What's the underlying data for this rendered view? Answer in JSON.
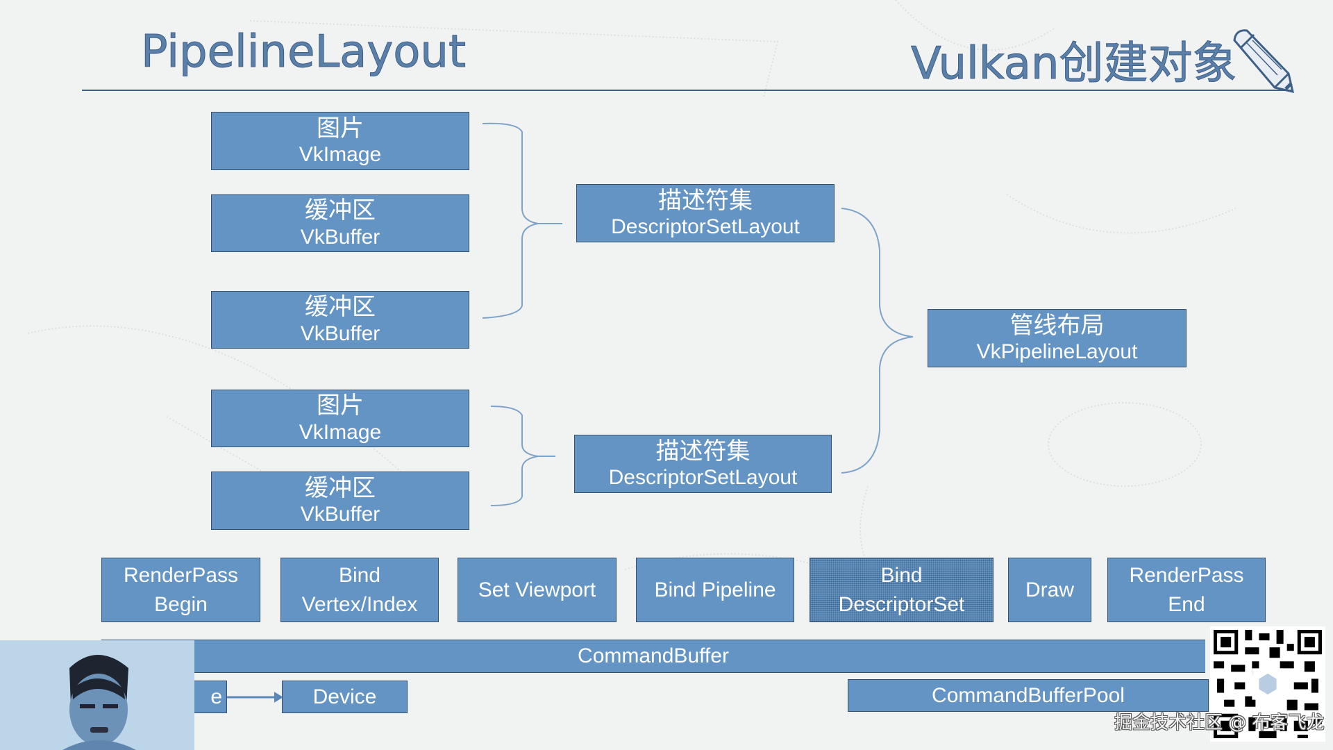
{
  "slide": {
    "title": "PipelineLayout",
    "header_right": "Vulkan创建对象",
    "header_icon": "pencil-icon"
  },
  "colors": {
    "box_fill": "#6394c3",
    "box_border": "#35506f",
    "title_text": "#5a7fa8",
    "background": "#f1f2f2"
  },
  "resources": [
    {
      "zh": "图片",
      "en": "VkImage",
      "group": 1
    },
    {
      "zh": "缓冲区",
      "en": "VkBuffer",
      "group": 1
    },
    {
      "zh": "缓冲区",
      "en": "VkBuffer",
      "group": 1
    },
    {
      "zh": "图片",
      "en": "VkImage",
      "group": 2
    },
    {
      "zh": "缓冲区",
      "en": "VkBuffer",
      "group": 2
    }
  ],
  "descriptor_set_layouts": [
    {
      "zh": "描述符集",
      "en": "DescriptorSetLayout"
    },
    {
      "zh": "描述符集",
      "en": "DescriptorSetLayout"
    }
  ],
  "pipeline_layout": {
    "zh": "管线布局",
    "en": "VkPipelineLayout"
  },
  "command_steps": [
    {
      "line1": "RenderPass",
      "line2": "Begin"
    },
    {
      "line1": "Bind",
      "line2": "Vertex/Index"
    },
    {
      "line1": "Set Viewport",
      "line2": ""
    },
    {
      "line1": "Bind Pipeline",
      "line2": ""
    },
    {
      "line1": "Bind",
      "line2": "DescriptorSet",
      "highlighted": true
    },
    {
      "line1": "Draw",
      "line2": ""
    },
    {
      "line1": "RenderPass",
      "line2": "End"
    }
  ],
  "command_buffer": "CommandBuffer",
  "device_row": {
    "left_partial": "e",
    "device": "Device",
    "pool": "CommandBufferPool"
  },
  "overlay": {
    "watermark": "掘金技术社区 @ 布客飞龙",
    "webcam_label": "presenter-webcam",
    "qr_label": "qr-code"
  }
}
